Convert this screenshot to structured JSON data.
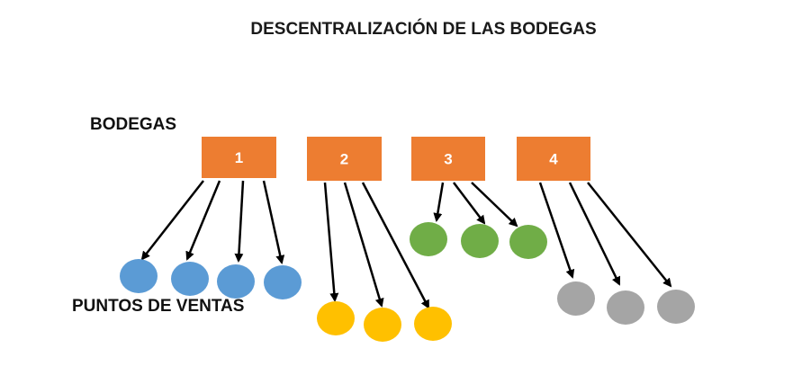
{
  "title": "DESCENTRALIZACIÓN DE LAS BODEGAS",
  "labels": {
    "bodegas": "BODEGAS",
    "puntos_de_ventas": "PUNTOS DE VENTAS"
  },
  "colors": {
    "box": "#ed7d31",
    "arrow": "#000000",
    "blue": "#5b9bd5",
    "yellow": "#ffc000",
    "green": "#70ad47",
    "gray": "#a5a5a5"
  },
  "bodegas": [
    {
      "label": "1",
      "color_key": "blue",
      "outlets": 4
    },
    {
      "label": "2",
      "color_key": "yellow",
      "outlets": 3
    },
    {
      "label": "3",
      "color_key": "green",
      "outlets": 3
    },
    {
      "label": "4",
      "color_key": "gray",
      "outlets": 3
    }
  ]
}
